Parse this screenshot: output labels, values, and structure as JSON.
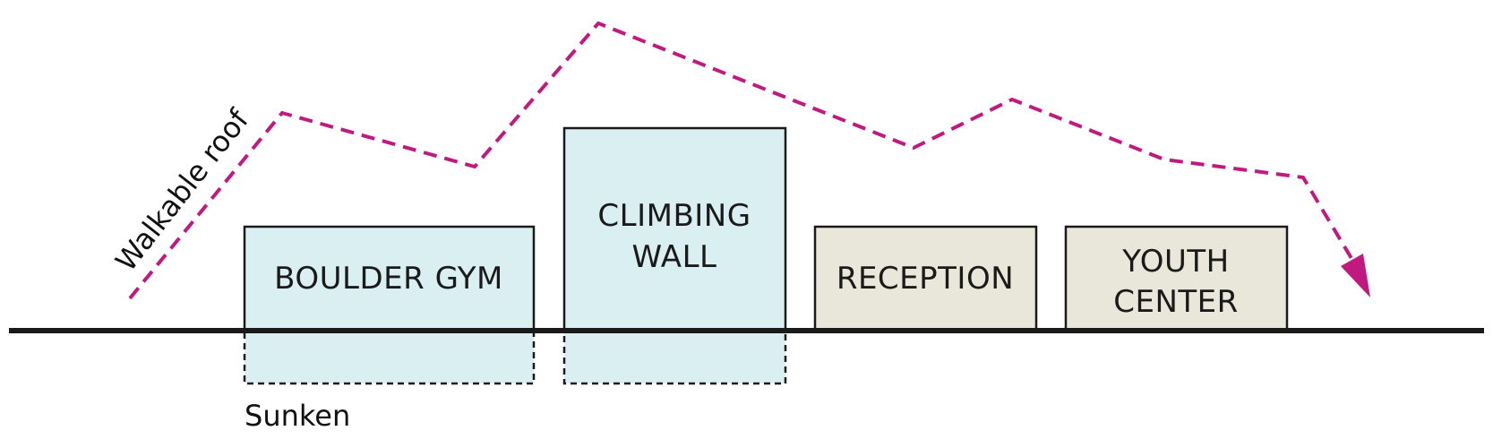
{
  "colors": {
    "ground_line": "#1a1a1a",
    "roof_line": "#c01a80",
    "sports_fill": "#daeff2",
    "public_fill": "#e8e7da",
    "outline": "#1a1a1a",
    "text": "#1a1a1a"
  },
  "blocks": {
    "boulder_gym": {
      "label": "BOULDER GYM"
    },
    "climbing_wall": {
      "label_line1": "CLIMBING",
      "label_line2": "WALL"
    },
    "reception": {
      "label": "RECEPTION"
    },
    "youth_center": {
      "label_line1": "YOUTH",
      "label_line2": "CENTER"
    }
  },
  "annotations": {
    "roof": "Walkable roof",
    "sunken": "Sunken"
  },
  "icons": {
    "roof_arrow": "arrowhead-down-right-icon"
  }
}
